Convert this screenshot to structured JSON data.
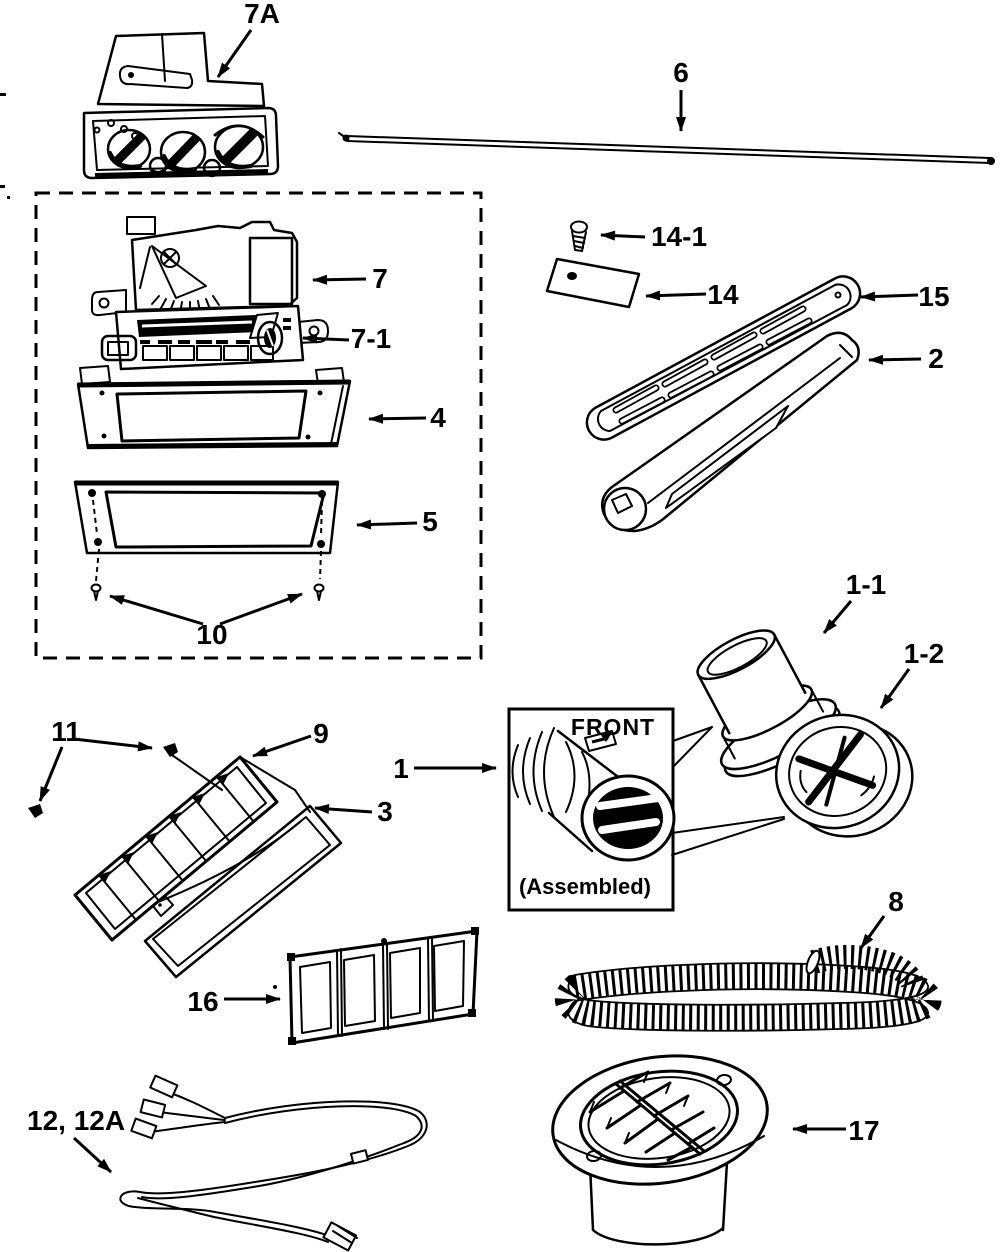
{
  "diagram": {
    "kind": "exploded-parts-diagram",
    "paper_color": "#ffffff",
    "ink_color": "#000000"
  },
  "callouts": {
    "p7a": "7A",
    "p6": "6",
    "p7": "7",
    "p7_1": "7-1",
    "p4": "4",
    "p5": "5",
    "p10": "10",
    "p14_1": "14-1",
    "p14": "14",
    "p15": "15",
    "p2": "2",
    "p1_1": "1-1",
    "p1_2": "1-2",
    "p1": "1",
    "p11": "11",
    "p9": "9",
    "p3": "3",
    "p16": "16",
    "p8": "8",
    "p12": "12, 12A",
    "p17": "17"
  },
  "inset": {
    "front_label": "FRONT",
    "assembled_label": "(Assembled)"
  }
}
